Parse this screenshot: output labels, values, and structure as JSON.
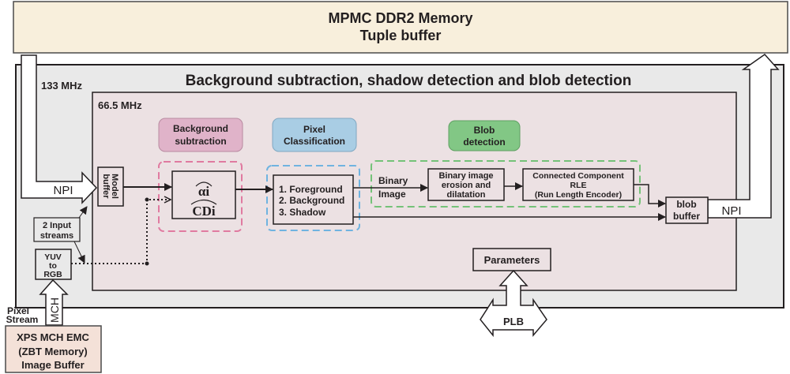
{
  "memory": {
    "title_line1": "MPMC DDR2 Memory",
    "title_line2": "Tuple buffer"
  },
  "outer_block": {
    "title": "Background subtraction, shadow detection and blob detection",
    "clock": "133 MHz"
  },
  "inner_block": {
    "clock": "66.5 MHz"
  },
  "stage_labels": {
    "background": {
      "line1": "Background",
      "line2": "subtraction",
      "color": "#e0b3c9"
    },
    "pixel": {
      "line1": "Pixel",
      "line2": "Classification",
      "color": "#a9cde4"
    },
    "blob": {
      "line1": "Blob",
      "line2": "detection",
      "color": "#82c785"
    }
  },
  "blocks": {
    "model_buffer": {
      "line1": "Model",
      "line2": "buffer"
    },
    "bg_model": {
      "line1": "αi",
      "line2": "CDi"
    },
    "classification": {
      "line1": "1. Foreground",
      "line2": "2. Background",
      "line3": "3. Shadow"
    },
    "binary_image_label": {
      "line1": "Binary",
      "line2": "Image"
    },
    "erosion": {
      "line1": "Binary image",
      "line2": "erosion and",
      "line3": "dilatation"
    },
    "ccl": {
      "line1": "Connected Component",
      "line2": "RLE",
      "line3": "(Run Length Encoder)"
    },
    "blob_buffer": {
      "line1": "blob",
      "line2": "buffer"
    },
    "parameters": "Parameters",
    "input_streams": {
      "line1": "2 Input",
      "line2": "streams"
    },
    "yuv": {
      "line1": "YUV",
      "line2": "to",
      "line3": "RGB"
    },
    "ext_memory": {
      "line1": "XPS MCH EMC",
      "line2": "(ZBT Memory)",
      "line3": "Image Buffer"
    }
  },
  "buses": {
    "npi_in": "NPI",
    "npi_out": "NPI",
    "mch": "MCH",
    "plb": "PLB",
    "pixel_stream": {
      "line1": "Pixel",
      "line2": "Stream"
    }
  },
  "colors": {
    "memory_fill": "#f8efdc",
    "outer_fill": "#e9e9e9",
    "inner_fill": "#ece1e3",
    "ext_memory_fill": "#f4e1d8",
    "pink_dash": "#e07aa0",
    "blue_dash": "#6fb3e0",
    "green_dash": "#74c278",
    "stroke": "#231f20"
  }
}
